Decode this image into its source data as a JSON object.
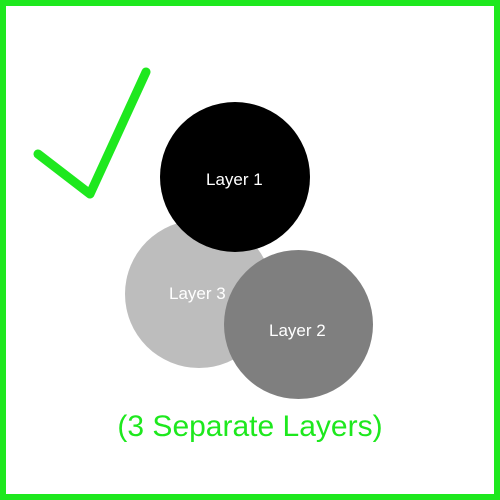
{
  "colors": {
    "accent": "#1ee81e",
    "layer1": "#000000",
    "layer2": "#7f7f7f",
    "layer3": "#bdbdbd",
    "label": "#ffffff"
  },
  "icon": "checkmark-icon",
  "layers": [
    {
      "label": "Layer 1"
    },
    {
      "label": "Layer 2"
    },
    {
      "label": "Layer 3"
    }
  ],
  "caption": "(3 Separate Layers)"
}
